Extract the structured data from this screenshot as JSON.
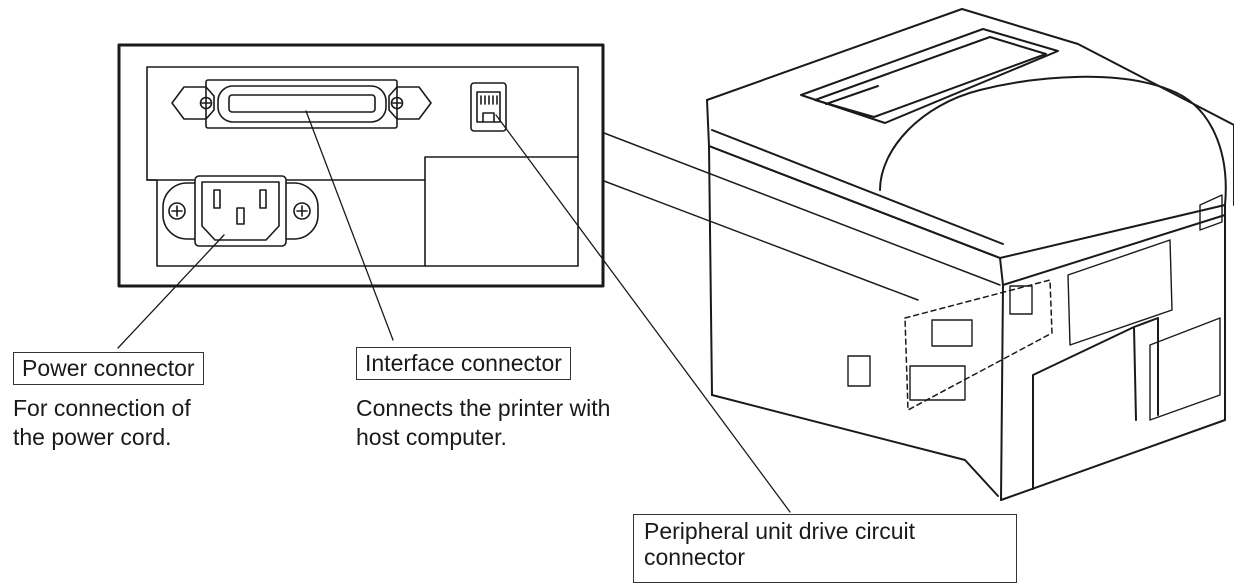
{
  "labels": {
    "power": {
      "title": "Power connector",
      "desc_lines": [
        "For connection of",
        "the power cord."
      ]
    },
    "interface": {
      "title": "Interface connector",
      "desc_lines": [
        "Connects the printer with",
        "host computer."
      ]
    },
    "peripheral": {
      "title_lines": [
        "Peripheral unit drive circuit",
        "connector"
      ]
    }
  }
}
